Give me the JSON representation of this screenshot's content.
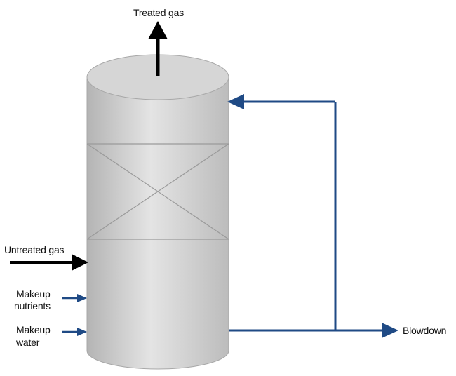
{
  "labels": {
    "treated_gas": "Treated gas",
    "untreated_gas": "Untreated gas",
    "makeup_nutrients_line1": "Makeup",
    "makeup_nutrients_line2": "nutrients",
    "makeup_water_line1": "Makeup",
    "makeup_water_line2": "water",
    "blowdown": "Blowdown"
  },
  "colors": {
    "gas_arrow": "#000000",
    "liquid_line": "#1f4a85",
    "vessel_light": "#e2e2e2",
    "vessel_mid": "#bdbdbd",
    "vessel_top": "#d3d3d3",
    "packing_lines": "#9a9a9a"
  },
  "icons": {
    "treated_gas_outlet": "arrow-up-icon",
    "untreated_gas_inlet": "arrow-right-icon",
    "nutrients_inlet": "arrow-right-icon",
    "water_inlet": "arrow-right-icon",
    "recirculation_return": "arrow-left-icon",
    "blowdown_outlet": "arrow-right-icon"
  }
}
